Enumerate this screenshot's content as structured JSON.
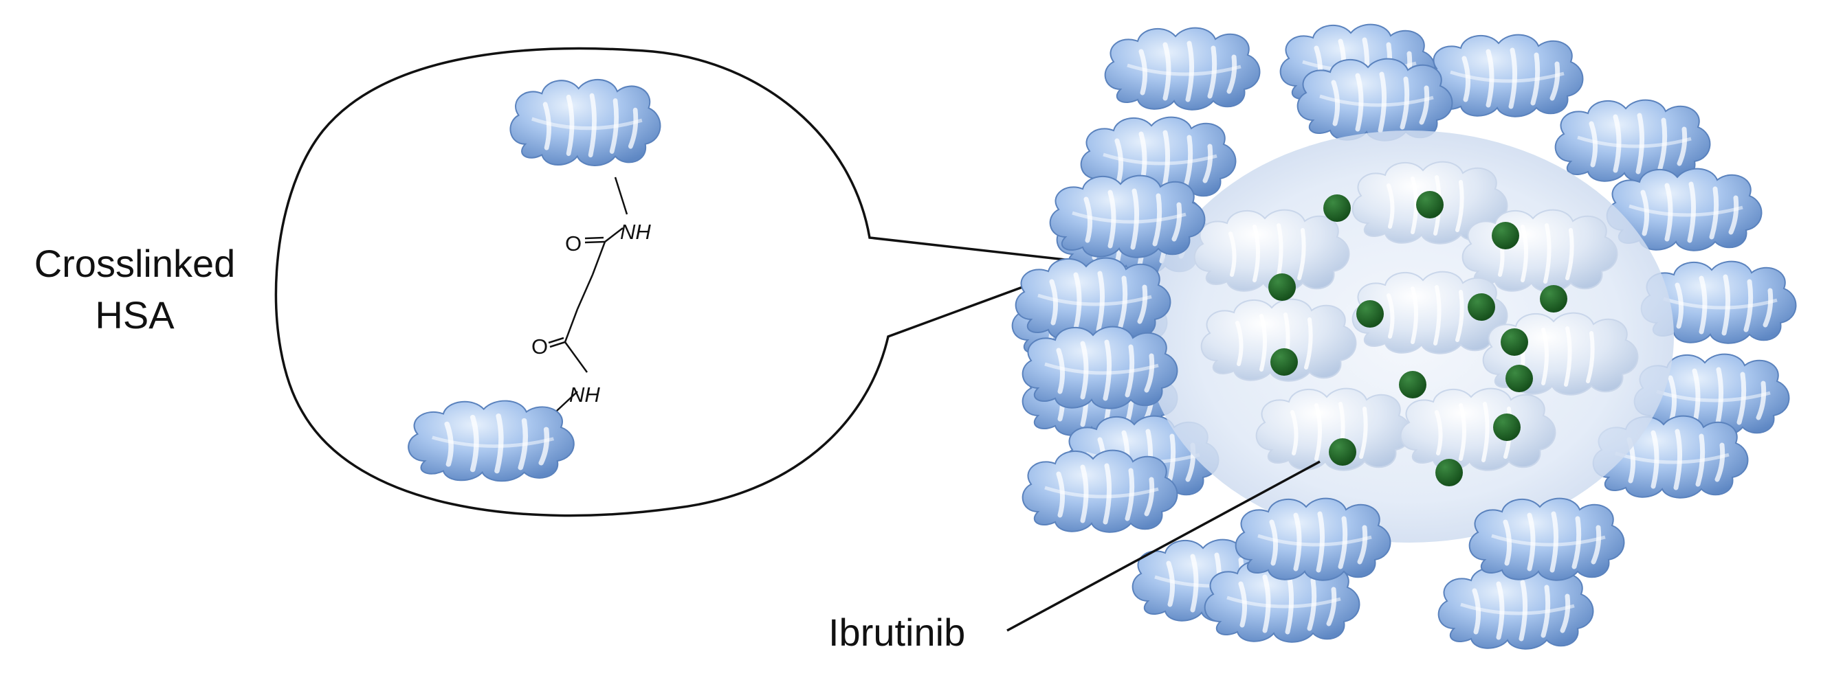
{
  "labels": {
    "crosslinked_line1": "Crosslinked",
    "crosslinked_line2": "HSA",
    "ibrutinib": "Ibrutinib"
  },
  "chemistry": {
    "amide_top_nh": "NH",
    "amide_top_o": "O",
    "amide_bottom_o": "O",
    "amide_bottom_nh": "NH"
  },
  "colors": {
    "protein_light": "#c3d9f5",
    "protein_mid": "#92b6e6",
    "protein_dark": "#5f88c4",
    "core_glow": "#eef3fb",
    "drug_dot": "#1c5a22",
    "line": "#111111"
  },
  "icons": {
    "protein": "hsa-protein-icon",
    "drug": "ibrutinib-dot-icon"
  }
}
